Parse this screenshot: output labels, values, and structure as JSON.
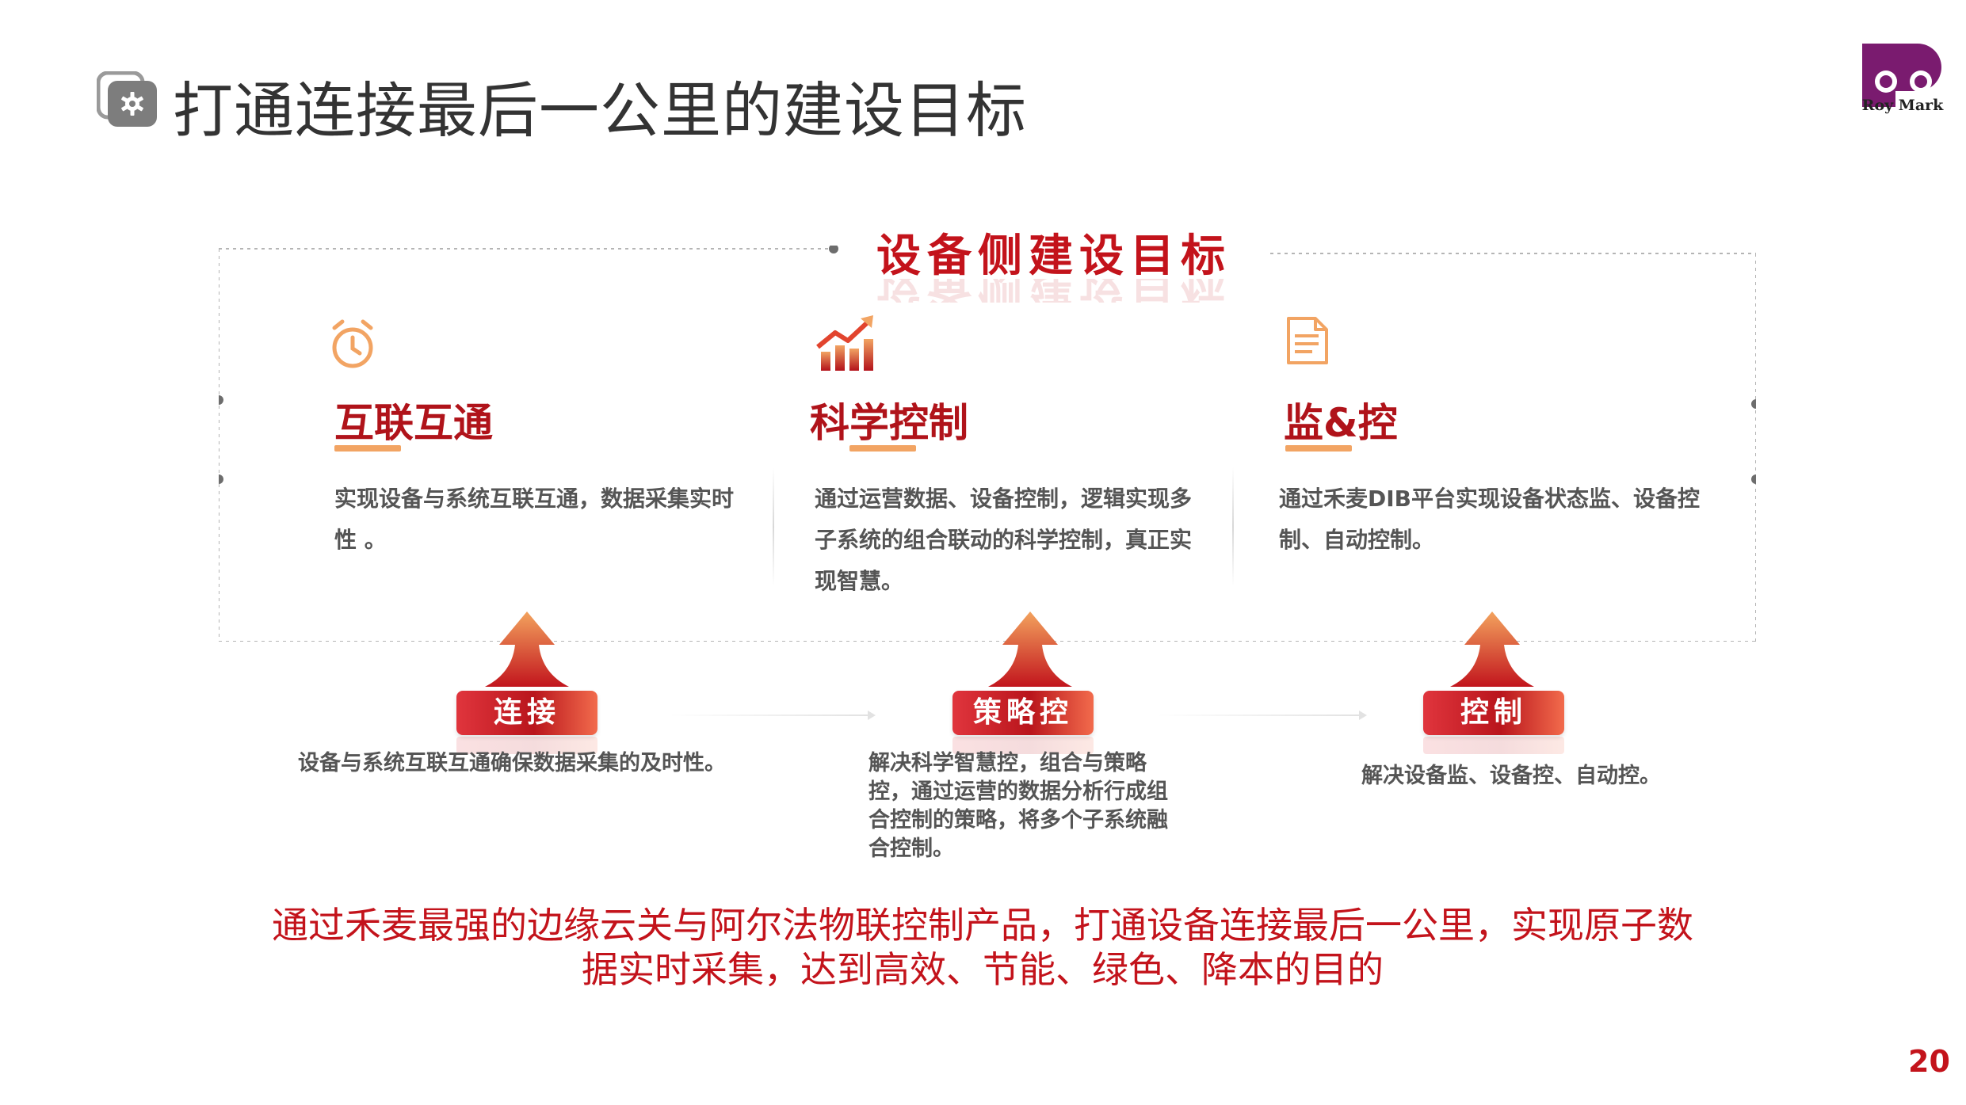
{
  "header": {
    "title": "打通连接最后一公里的建设目标",
    "icon": "gear-icon"
  },
  "logo": {
    "text": "Roy Mark",
    "color": "#7a1b6f"
  },
  "section": {
    "title": "设备侧建设目标"
  },
  "columns": [
    {
      "icon": "alarm-clock-icon",
      "title": "互联互通",
      "description": "实现设备与系统互联互通，数据采集实时性 。"
    },
    {
      "icon": "rising-chart-icon",
      "title": "科学控制",
      "description": "通过运营数据、设备控制，逻辑实现多子系统的组合联动的科学控制，真正实现智慧。"
    },
    {
      "icon": "document-icon",
      "title": "监&控",
      "description": "通过禾麦DIB平台实现设备状态监、设备控制、自动控制。"
    }
  ],
  "steps": [
    {
      "label": "连接",
      "description": "设备与系统互联互通确保数据采集的及时性。"
    },
    {
      "label": "策略控",
      "description": "解决科学智慧控，组合与策略控，通过运营的数据分析行成组合控制的策略，将多个子系统融合控制。"
    },
    {
      "label": "控制",
      "description": "解决设备监、设备控、自动控。"
    }
  ],
  "summary": {
    "line1": "通过禾麦最强的边缘云关与阿尔法物联控制产品，打通设备连接最后一公里，实现原子数",
    "line2": "据实时采集，达到高效、节能、绿色、降本的目的"
  },
  "page_number": "20",
  "colors": {
    "accent_red": "#c3131b",
    "accent_orange": "#f2a463",
    "text_gray": "#555555"
  }
}
